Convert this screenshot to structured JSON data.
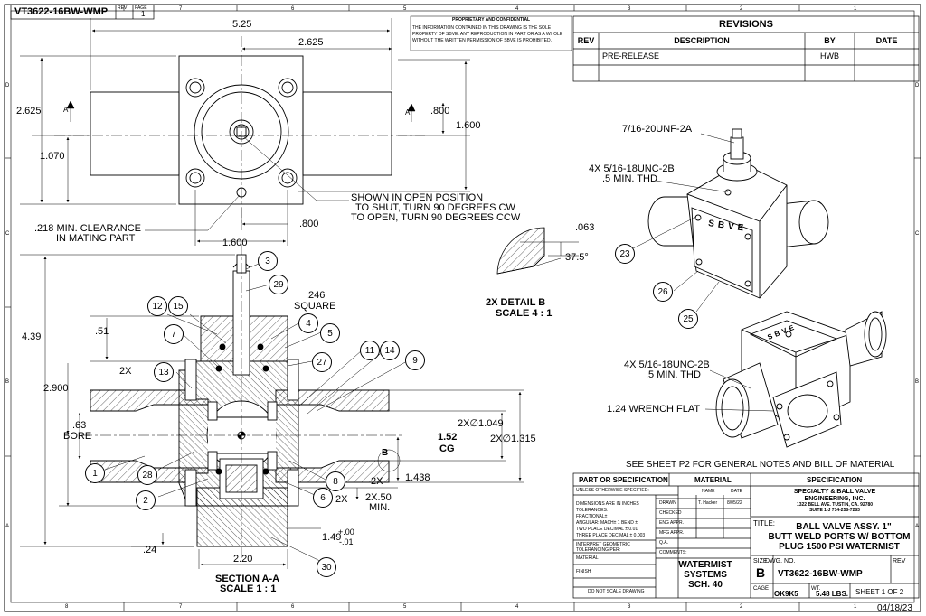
{
  "title_tab": {
    "part_no": "VT3622-16BW-WMP",
    "rev_label": "REV",
    "rev": "",
    "page_label": "PAGE",
    "page": "1"
  },
  "zones_top": [
    "7",
    "6",
    "5",
    "4",
    "3",
    "2",
    "1"
  ],
  "zones_bottom": [
    "8",
    "7",
    "6",
    "5",
    "4",
    "3",
    "2",
    "1"
  ],
  "zones_left": [
    "D",
    "C",
    "B",
    "A"
  ],
  "zones_right": [
    "D",
    "C",
    "B",
    "A"
  ],
  "proprietary": {
    "title": "PROPRIETARY AND CONFIDENTIAL",
    "body": "THE INFORMATION CONTAINED IN THIS DRAWING IS THE SOLE PROPERTY OF SBVE.  ANY REPRODUCTION IN PART OR AS A WHOLE WITHOUT THE WRITTEN PERMISSION OF SBVE IS PROHIBITED."
  },
  "revisions": {
    "title": "REVISIONS",
    "headers": [
      "REV",
      "DESCRIPTION",
      "BY",
      "DATE"
    ],
    "rows": [
      [
        "",
        "PRE-RELEASE",
        "HWB",
        ""
      ]
    ]
  },
  "top_view": {
    "dim_5_25": "5.25",
    "dim_2_625_top": "2.625",
    "dim_2_625_left": "2.625",
    "dim_1_070": "1.070",
    "dim_800_right": ".800",
    "dim_1_600_right": "1.600",
    "dim_800_bottom": ".800",
    "dim_1_600_bottom": "1.600",
    "section_a1": "A",
    "section_a2": "A",
    "note_open": [
      "SHOWN IN OPEN POSITION",
      "TO SHUT, TURN 90 DEGREES CW",
      "TO OPEN, TURN 90 DEGREES CCW"
    ],
    "note_clearance": [
      ".218 MIN. CLEARANCE",
      "IN MATING PART"
    ]
  },
  "detail_b": {
    "dim_063": ".063",
    "dim_angle": "37.5°",
    "title": "2X  DETAIL B",
    "scale": "SCALE 4 : 1"
  },
  "section": {
    "dim_4_39": "4.39",
    "dim_51": ".51",
    "dim_2_900": "2.900",
    "dim_63_bore": [
      ".63",
      "BORE"
    ],
    "dim_24": ".24",
    "dim_2_20": "2.20",
    "dim_246": [
      ".246",
      "SQUARE"
    ],
    "dim_2x_1": "2X",
    "dim_2x_2": "2X",
    "dim_2x_3": "2X",
    "dim_2x_50": [
      "2X.50",
      "MIN."
    ],
    "dim_1_438": "1.438",
    "dim_1_049": "2X∅1.049",
    "dim_1_315": "2X∅1.315",
    "dim_1_52": "1.52",
    "cg": "CG",
    "detail_b_callout": "B",
    "dim_149": "1.49",
    "tol_upper": "+.00",
    "tol_lower": "-.01",
    "title": "SECTION A-A",
    "scale": "SCALE 1 : 1"
  },
  "balloons": [
    "3",
    "29",
    "12",
    "15",
    "4",
    "5",
    "7",
    "27",
    "11",
    "14",
    "9",
    "13",
    "2X",
    "1",
    "28",
    "2",
    "8",
    "6",
    "30",
    "23",
    "26",
    "25"
  ],
  "iso": {
    "thread_7_16": "7/16-20UNF-2A",
    "thread_4x_1": [
      "4X 5/16-18UNC-2B",
      ".5 MIN. THD"
    ],
    "thread_4x_2": [
      "4X 5/16-18UNC-2B",
      ".5 MIN. THD"
    ],
    "wrench": "1.24 WRENCH FLAT",
    "brand1": "SBVE",
    "brand2": "SBVE"
  },
  "sheet_note": "SEE SHEET P2 FOR GENERAL NOTES AND BILL OF MATERIAL",
  "title_block": {
    "part_or_spec": "PART OR SPECIFICATION",
    "material": "MATERIAL",
    "specification": "SPECIFICATION",
    "unless": "UNLESS OTHERWISE SPECIFIED:",
    "tol_lines": [
      "DIMENSIONS ARE IN INCHES",
      "TOLERANCES:",
      "FRACTIONAL±",
      "ANGULAR: MACH± 1  BEND ±",
      "TWO PLACE DECIMAL   ± 0.01",
      "THREE PLACE DECIMAL  ± 0.003"
    ],
    "interp": [
      "INTERPRET GEOMETRIC",
      "TOLERANCING PER:"
    ],
    "mat_label": "MATERIAL",
    "finish_label": "FINISH",
    "do_not_scale": "DO NOT SCALE DRAWING",
    "drawn": "DRAWN",
    "drawn_by": "T. Hacker",
    "drawn_date": "8/05/22",
    "name_h": "NAME",
    "date_h": "DATE",
    "checked": "CHECKED",
    "eng": "ENG APPR.",
    "mfg": "MFG APPR.",
    "qa": "Q.A.",
    "comments": "COMMENTS:",
    "watermist": [
      "WATERMIST",
      "SYSTEMS",
      "SCH. 40"
    ],
    "company": [
      "SPECIALTY & BALL VALVE",
      "ENGINEERING, INC.",
      "1322 BELL AVE.       TUSTIN, CA. 92780",
      "SUITE 1-J                     714-258-7283"
    ],
    "title_label": "TITLE:",
    "title": [
      "BALL VALVE ASSY.  1\"",
      "BUTT WELD PORTS W/ BOTTOM",
      "PLUG 1500 PSI WATERMIST"
    ],
    "size_label": "SIZE",
    "size": "B",
    "dwg_label": "DWG.  NO.",
    "dwg_no": "VT3622-16BW-WMP",
    "rev_label": "REV",
    "cage_label": "CAGE",
    "cage": "OK9K5",
    "wt_label": "WT.",
    "weight": "5.48 LBS.",
    "sheet": "SHEET 1 OF 2"
  },
  "footer_date": "04/18/23"
}
